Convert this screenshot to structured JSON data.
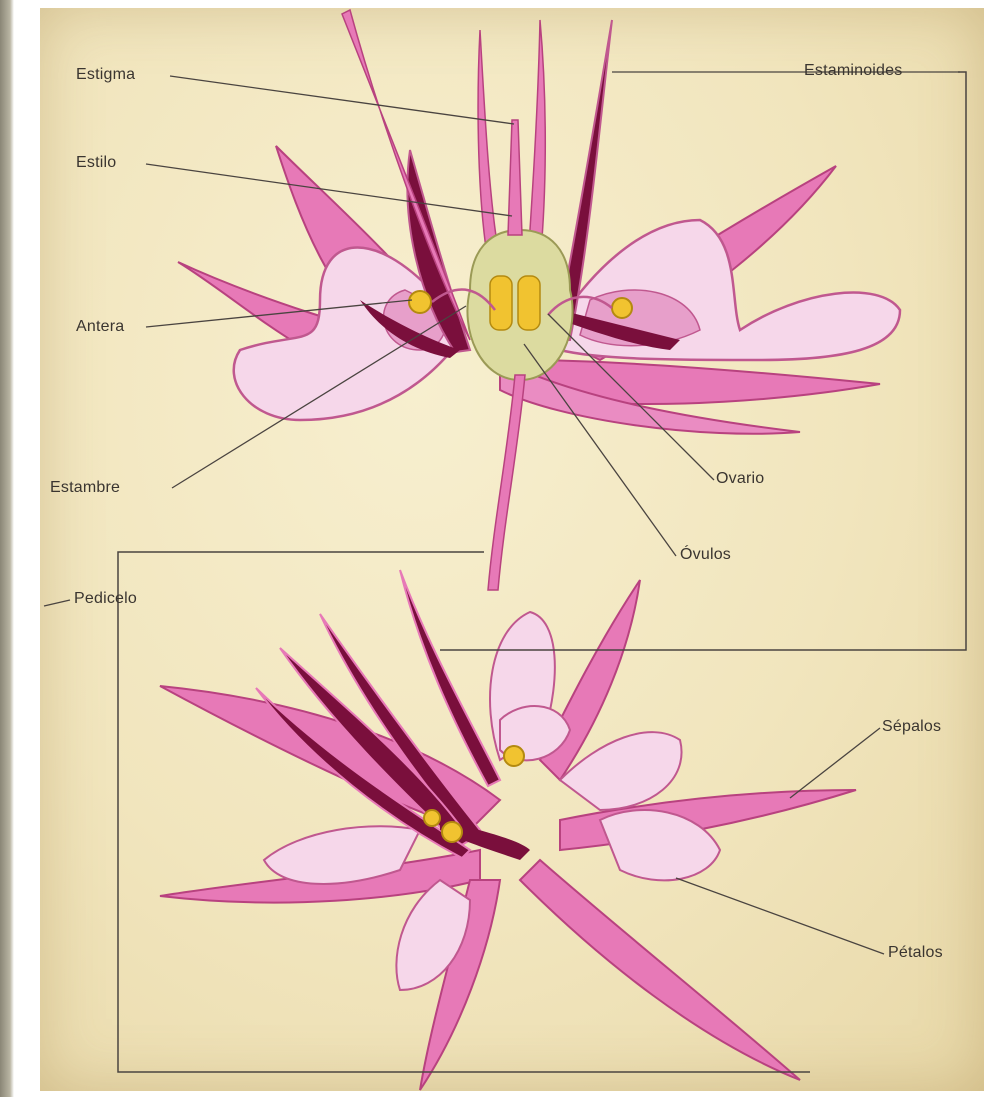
{
  "labels": {
    "estigma": "Estigma",
    "estilo": "Estilo",
    "antera": "Antera",
    "estambre": "Estambre",
    "pedicelo": "Pedicelo",
    "estaminoides": "Estaminoides",
    "ovario": "Ovario",
    "ovulos": "Óvulos",
    "sepalos": "Sépalos",
    "petalos": "Pétalos"
  },
  "colors": {
    "paper": "#f1e5bd",
    "sepal_pink": "#e779b7",
    "petal_light": "#f6d7ea",
    "stamen_dark": "#7a0f3c",
    "receptacle": "#dcdba0",
    "anther_yellow": "#f1c330",
    "leader_line": "#4a4440"
  }
}
